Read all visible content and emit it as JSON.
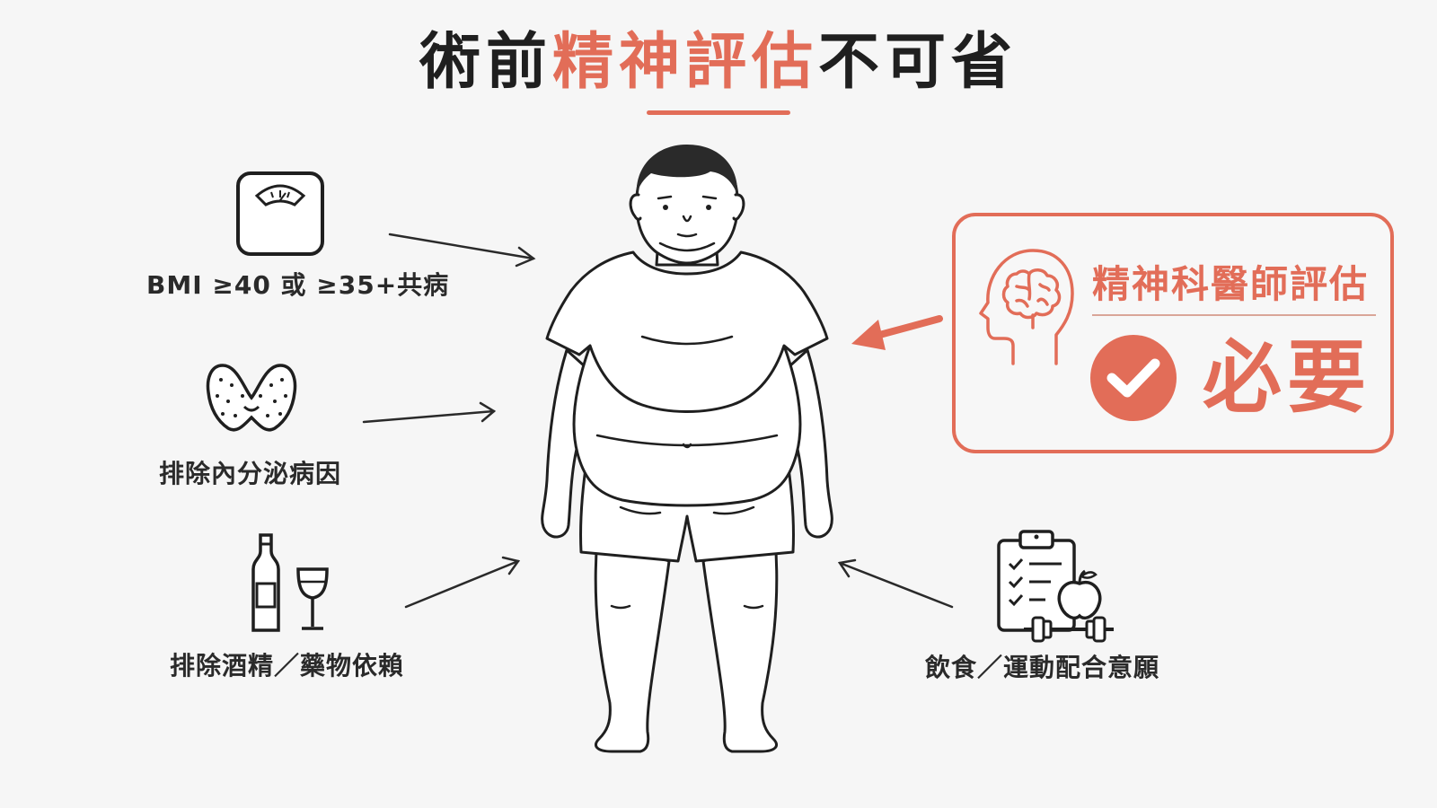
{
  "title": {
    "part1": "術前",
    "highlight": "精神評估",
    "part2": "不可省"
  },
  "factors": [
    {
      "label": "BMI ≥40 或 ≥35+共病",
      "icon": "scale-icon"
    },
    {
      "label": "排除內分泌病因",
      "icon": "thyroid-icon"
    },
    {
      "label": "排除酒精／藥物依賴",
      "icon": "bottle-glass-icon"
    },
    {
      "label": "飲食／運動配合意願",
      "icon": "checklist-apple-dumbbell-icon"
    }
  ],
  "assessment": {
    "title": "精神科醫師評估",
    "status": "必要",
    "icon": "brain-head-icon",
    "status_icon": "check-circle-icon"
  },
  "colors": {
    "accent": "#e26d58",
    "text": "#1f1f1f",
    "background": "#f6f6f6"
  }
}
